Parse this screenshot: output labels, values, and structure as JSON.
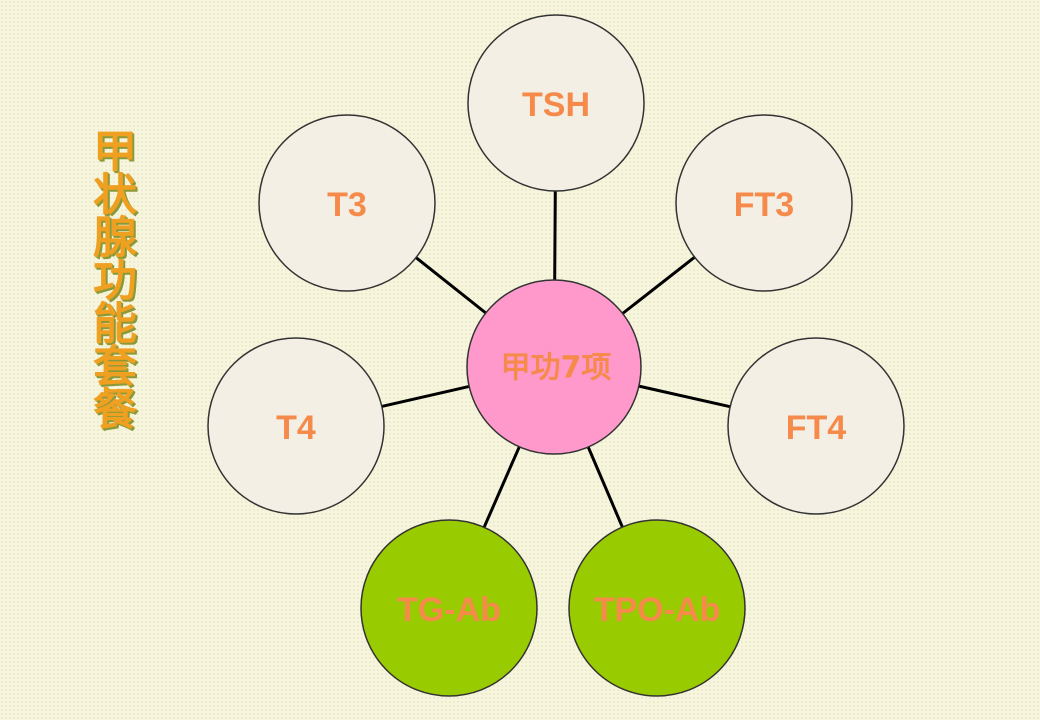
{
  "title": "甲状腺功能套餐",
  "center": {
    "label": "甲功7项"
  },
  "nodes": [
    {
      "id": "tsh",
      "label": "TSH",
      "fill": "#f3efe4"
    },
    {
      "id": "ft3",
      "label": "FT3",
      "fill": "#f3efe4"
    },
    {
      "id": "ft4",
      "label": "FT4",
      "fill": "#f3efe4"
    },
    {
      "id": "tpo-ab",
      "label": "TPO-Ab",
      "fill": "#99cc00"
    },
    {
      "id": "tg-ab",
      "label": "TG-Ab",
      "fill": "#99cc00"
    },
    {
      "id": "t4",
      "label": "T4",
      "fill": "#f3efe4"
    },
    {
      "id": "t3",
      "label": "T3",
      "fill": "#f3efe4"
    }
  ],
  "colors": {
    "label_text": "#f58a4a",
    "center_fill": "#ff99cc",
    "outline": "#333333",
    "connector": "#000000",
    "title_text": "#f0a020"
  }
}
